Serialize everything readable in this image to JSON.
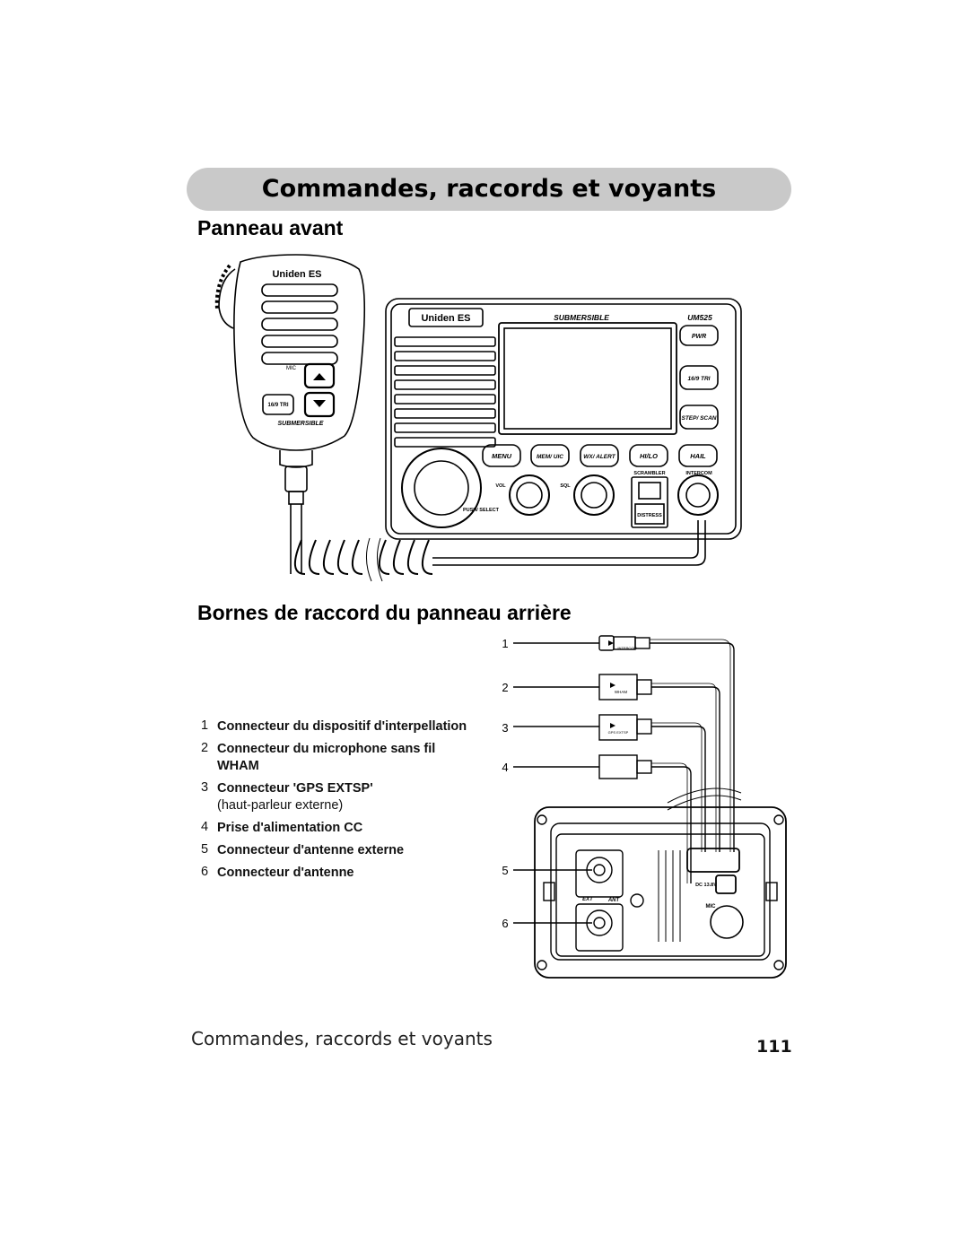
{
  "page": {
    "banner_title": "Commandes, raccords et voyants",
    "front_heading": "Panneau avant",
    "rear_heading": "Bornes de raccord du panneau arrière",
    "footer_title": "Commandes, raccords et voyants",
    "page_number": "111"
  },
  "mic": {
    "brand": "Uniden ES",
    "mic_label": "MIC",
    "tri_button": "16/9 TRI",
    "submersible": "SUBMERSIBLE"
  },
  "radio": {
    "brand": "Uniden ES",
    "submersible": "SUBMERSIBLE",
    "model": "UM525",
    "side_buttons": [
      "PWR",
      "16/9 TRI",
      "STEP/ SCAN"
    ],
    "bottom_buttons": [
      "MENU",
      "MEM/ UIC",
      "WX/ ALERT",
      "HI/LO",
      "HAIL"
    ],
    "knob_labels": {
      "push": "PUSH/ SELECT",
      "vol": "VOL",
      "sql": "SQL"
    },
    "scrambler": "SCRAMBLER",
    "intercom": "INTERCOM",
    "distress": "DISTRESS"
  },
  "rear_panel": {
    "callouts": [
      "1",
      "2",
      "3",
      "4",
      "5",
      "6"
    ],
    "connector_labels": [
      "INTERCOM",
      "WHAM",
      "GPS EXTSP"
    ],
    "ext_label": "EXT",
    "ant_label": "ANT",
    "dc_label": "DC 13.8V",
    "mic_label": "MIC"
  },
  "legend": [
    {
      "num": "1",
      "text": "Connecteur du dispositif d'interpellation",
      "sub": ""
    },
    {
      "num": "2",
      "text": "Connecteur du microphone sans fil WHAM",
      "sub": ""
    },
    {
      "num": "3",
      "text": "Connecteur 'GPS EXTSP'",
      "sub": "(haut-parleur externe)"
    },
    {
      "num": "4",
      "text": "Prise d'alimentation CC",
      "sub": ""
    },
    {
      "num": "5",
      "text": "Connecteur d'antenne externe",
      "sub": ""
    },
    {
      "num": "6",
      "text": "Connecteur d'antenne",
      "sub": ""
    }
  ]
}
